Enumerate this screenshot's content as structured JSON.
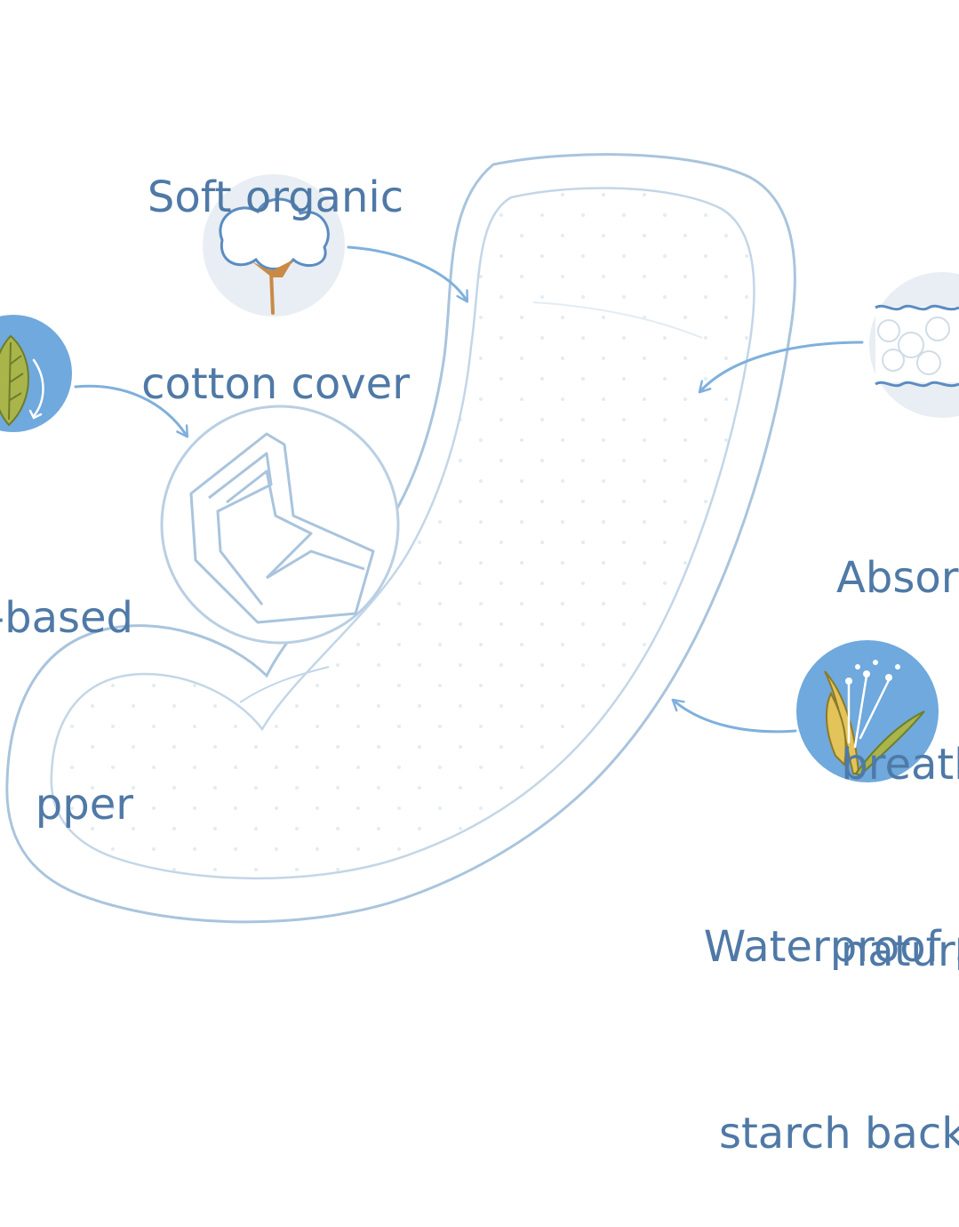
{
  "colors": {
    "outline": "#a9c4dd",
    "arrow": "#7fb0dc",
    "badge_light": "#e8eef3",
    "badge_blue": "#6fa9dd",
    "text": "#4f79a6",
    "cotton_stem": "#c98a46",
    "leaf_yellow": "#e2c45a",
    "leaf_green": "#a9b54b"
  },
  "icons": {
    "cotton": "cotton-boll-icon",
    "leaf": "leaf-icon",
    "absorbent": "fluffy-layer-icon",
    "backing": "corn-plant-icon",
    "wrapper": "folded-wrapper-icon"
  },
  "labels": {
    "cotton": {
      "lines": [
        "Soft organic",
        "cotton cover"
      ]
    },
    "wrapper": {
      "lines": [
        "-based",
        "pper"
      ]
    },
    "absorbent": {
      "lines": [
        "Absorb",
        "breath",
        "natura"
      ]
    },
    "backing": {
      "lines": [
        "Waterproof p",
        "starch back"
      ]
    }
  }
}
